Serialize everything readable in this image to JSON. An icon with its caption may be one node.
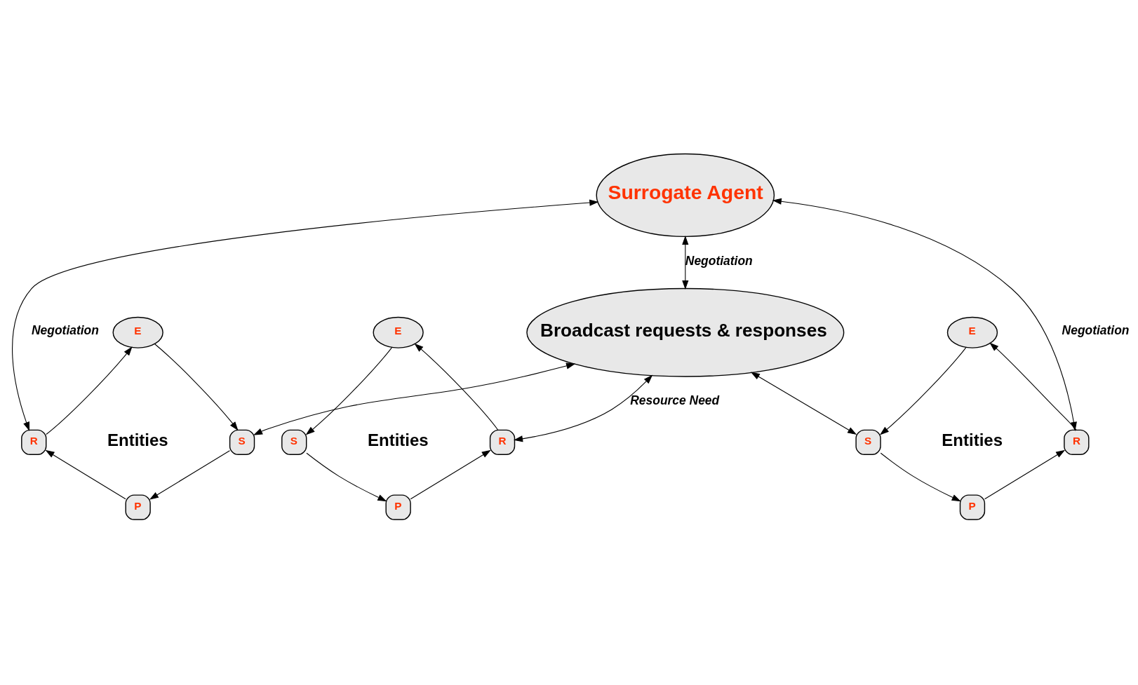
{
  "diagram": {
    "nodes": [
      {
        "text": [
          "Surrogate Agent"
        ]
      },
      {
        "text": [
          "Broadcast requests & responses"
        ]
      },
      {
        "text": [
          "E"
        ]
      },
      {
        "text": [
          "S"
        ]
      },
      {
        "text": [
          "R"
        ]
      },
      {
        "text": [
          "P"
        ]
      },
      {
        "text": [
          "E"
        ]
      },
      {
        "text": [
          "S"
        ]
      },
      {
        "text": [
          "R"
        ]
      },
      {
        "text": [
          "P"
        ]
      },
      {
        "text": [
          "E"
        ]
      },
      {
        "text": [
          "S"
        ]
      },
      {
        "text": [
          "R"
        ]
      },
      {
        "text": [
          "P"
        ]
      }
    ],
    "edges": [
      {
        "from": 0,
        "to": 1,
        "arrow": "both",
        "label": "Negotiation"
      },
      {
        "from": 1,
        "to": 4,
        "arrow": "both",
        "label": "Resource Need"
      },
      {
        "from": 1,
        "to": 7,
        "arrow": "both"
      },
      {
        "from": 0,
        "to": 8,
        "arrow": "both",
        "label": "Negotiation"
      },
      {
        "from": 0,
        "to": 12,
        "arrow": "both",
        "label": "Negotiation"
      },
      {
        "from": 1,
        "to": 11,
        "arrow": "both"
      },
      {
        "from": 2,
        "to": 3,
        "arrow": "to"
      },
      {
        "from": 3,
        "to": 5,
        "arrow": "to"
      },
      {
        "from": 5,
        "to": 4,
        "arrow": "to"
      },
      {
        "from": 4,
        "to": 2,
        "arrow": "to"
      },
      {
        "from": 6,
        "to": 7,
        "arrow": "to"
      },
      {
        "from": 7,
        "to": 9,
        "arrow": "to"
      },
      {
        "from": 9,
        "to": 8,
        "arrow": "to"
      },
      {
        "from": 8,
        "to": 6,
        "arrow": "to"
      },
      {
        "from": 10,
        "to": 11,
        "arrow": "to"
      },
      {
        "from": 11,
        "to": 13,
        "arrow": "to"
      },
      {
        "from": 13,
        "to": 12,
        "arrow": "to"
      },
      {
        "from": 12,
        "to": 10,
        "arrow": "to"
      }
    ],
    "labels": [
      "Entities",
      "Entities",
      "Entities"
    ]
  }
}
